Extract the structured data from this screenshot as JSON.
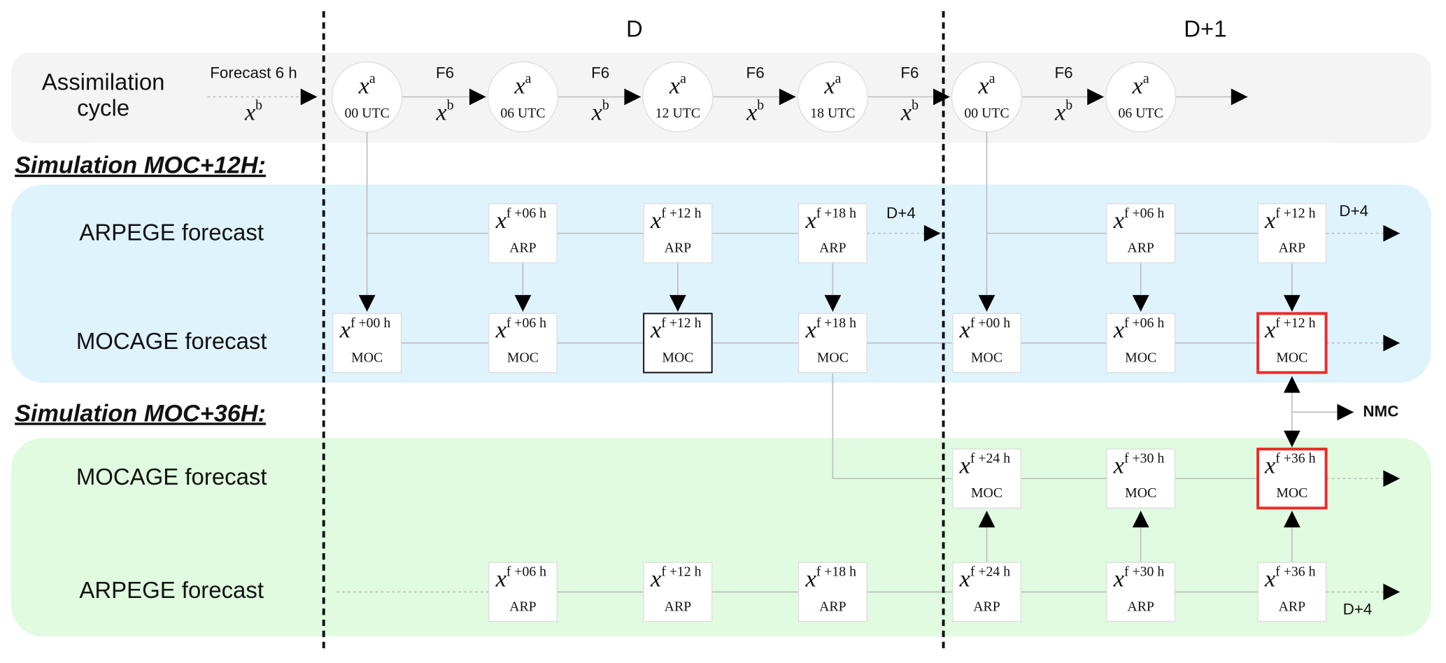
{
  "days": {
    "d": "D",
    "d1": "D+1"
  },
  "sections": {
    "assim_label_1": "Assimilation",
    "assim_label_2": "cycle",
    "sim12_title": "Simulation MOC+12H:",
    "sim36_title": "Simulation MOC+36H:",
    "row_arpege": "ARPEGE forecast",
    "row_mocage": "MOCAGE forecast"
  },
  "assimilation": {
    "forecast_label": "Forecast 6 h",
    "step_label": "F6",
    "background_symbol": "x",
    "background_sup": "b",
    "analysis_symbol": "x",
    "analysis_sup": "a",
    "analyses": [
      "00 UTC",
      "06 UTC",
      "12 UTC",
      "18 UTC",
      "00 UTC",
      "06 UTC"
    ]
  },
  "annotations": {
    "d_plus_4": "D+4",
    "nmc": "NMC"
  },
  "nodes": {
    "sim12_arp": [
      {
        "sup": "f +06 h",
        "model": "ARP"
      },
      {
        "sup": "f +12 h",
        "model": "ARP"
      },
      {
        "sup": "f +18 h",
        "model": "ARP"
      },
      {
        "sup": "f +06 h",
        "model": "ARP"
      },
      {
        "sup": "f +12 h",
        "model": "ARP"
      }
    ],
    "sim12_moc": [
      {
        "sup": "f +00 h",
        "model": "MOC"
      },
      {
        "sup": "f +06 h",
        "model": "MOC"
      },
      {
        "sup": "f +12 h",
        "model": "MOC",
        "highlight": "black"
      },
      {
        "sup": "f +18 h",
        "model": "MOC"
      },
      {
        "sup": "f +00 h",
        "model": "MOC"
      },
      {
        "sup": "f +06 h",
        "model": "MOC"
      },
      {
        "sup": "f +12 h",
        "model": "MOC",
        "highlight": "red"
      }
    ],
    "sim36_moc": [
      {
        "sup": "f +24 h",
        "model": "MOC"
      },
      {
        "sup": "f +30 h",
        "model": "MOC"
      },
      {
        "sup": "f +36 h",
        "model": "MOC",
        "highlight": "red"
      }
    ],
    "sim36_arp": [
      {
        "sup": "f +06 h",
        "model": "ARP"
      },
      {
        "sup": "f +12 h",
        "model": "ARP"
      },
      {
        "sup": "f +18 h",
        "model": "ARP"
      },
      {
        "sup": "f +24 h",
        "model": "ARP"
      },
      {
        "sup": "f +30 h",
        "model": "ARP"
      },
      {
        "sup": "f +36 h",
        "model": "ARP"
      }
    ]
  },
  "colors": {
    "assim_band": "#f4f4f4",
    "sim12_band": "#dff3fd",
    "sim36_band": "#e0fbe0",
    "highlight_red": "#ee2a2a",
    "connector": "#bbbbbb"
  }
}
